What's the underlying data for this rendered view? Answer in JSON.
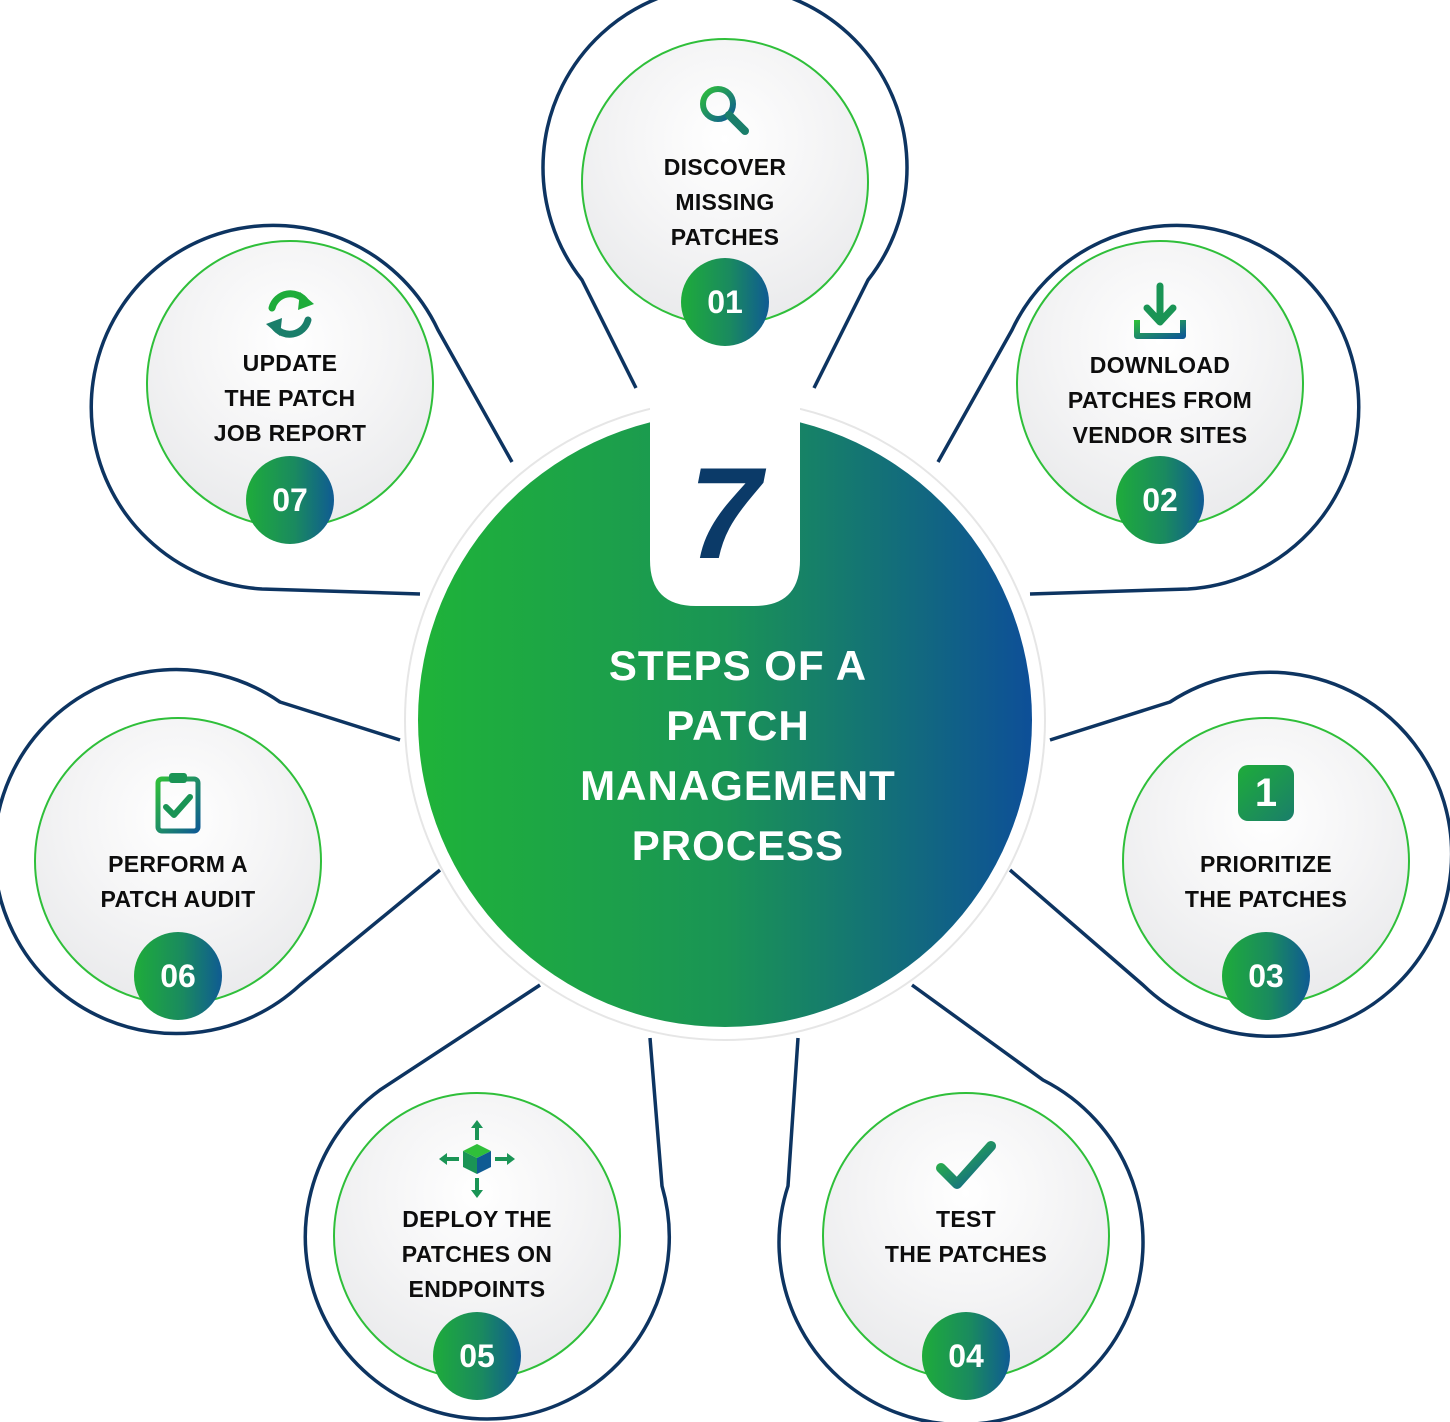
{
  "center": {
    "number": "7",
    "title_lines": [
      "STEPS OF A",
      "PATCH",
      "MANAGEMENT",
      "PROCESS"
    ]
  },
  "colors": {
    "outline": "#0d3461",
    "accent_green": "#2fbf3a",
    "gradient_start": "#1eac3a",
    "gradient_end": "#0f5b93",
    "number_dark": "#0b3a68"
  },
  "steps": [
    {
      "number": "01",
      "lines": [
        "DISCOVER",
        "MISSING",
        "PATCHES"
      ],
      "icon": "search-icon"
    },
    {
      "number": "02",
      "lines": [
        "DOWNLOAD",
        "PATCHES FROM",
        "VENDOR SITES"
      ],
      "icon": "download-icon"
    },
    {
      "number": "03",
      "lines": [
        "PRIORITIZE",
        "THE PATCHES"
      ],
      "icon": "priority-one-icon",
      "icon_text": "1"
    },
    {
      "number": "04",
      "lines": [
        "TEST",
        "THE PATCHES"
      ],
      "icon": "checkmark-icon"
    },
    {
      "number": "05",
      "lines": [
        "DEPLOY THE",
        "PATCHES ON",
        "ENDPOINTS"
      ],
      "icon": "deploy-cube-icon"
    },
    {
      "number": "06",
      "lines": [
        "PERFORM A",
        "PATCH AUDIT"
      ],
      "icon": "clipboard-check-icon"
    },
    {
      "number": "07",
      "lines": [
        "UPDATE",
        "THE PATCH",
        "JOB REPORT"
      ],
      "icon": "refresh-icon"
    }
  ]
}
